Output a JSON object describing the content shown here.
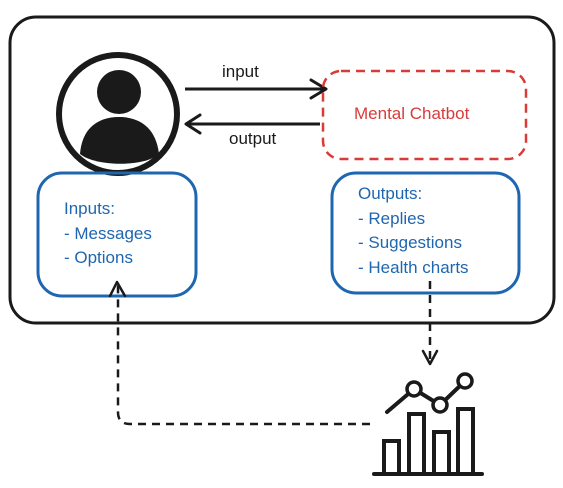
{
  "arrows": {
    "input_label": "input",
    "output_label": "output"
  },
  "chatbot": {
    "name": "Mental Chatbot"
  },
  "inputs_box": {
    "title": "Inputs:",
    "items": [
      "- Messages",
      "- Options"
    ]
  },
  "outputs_box": {
    "title": "Outputs:",
    "items": [
      "- Replies",
      "- Suggestions",
      "- Health charts"
    ]
  },
  "icons": {
    "user": "user-avatar-icon",
    "chart": "chart-analytics-icon"
  },
  "colors": {
    "stroke": "#1a1a1a",
    "chatbot": "#d93a3a",
    "io_box": "#1f66b0"
  }
}
